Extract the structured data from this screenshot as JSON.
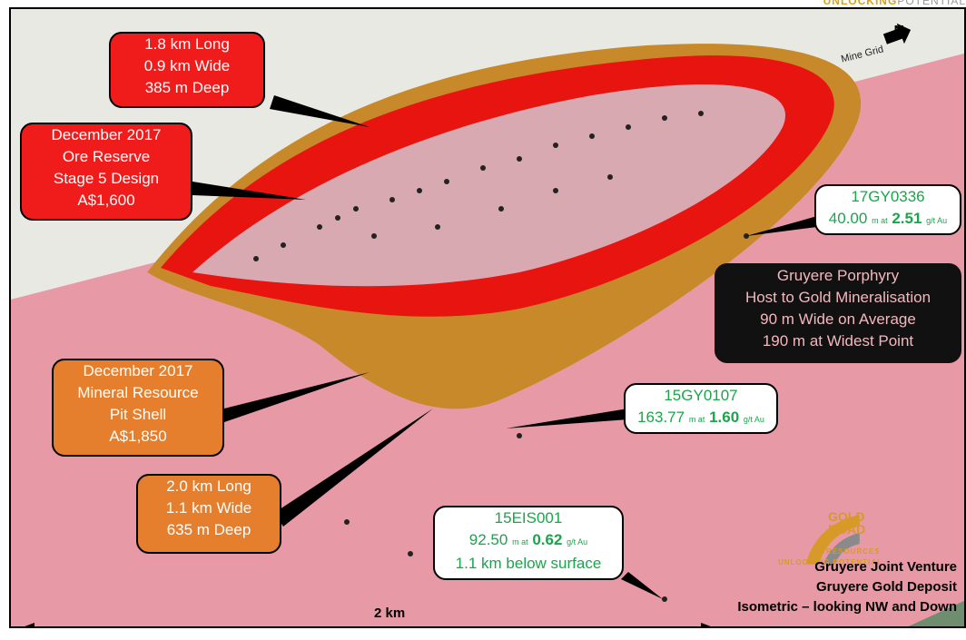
{
  "header_tag": {
    "part1": "UNLOCKING",
    "part2": "POTENTIAL"
  },
  "north": {
    "label": "N",
    "grid_label": "Mine Grid"
  },
  "callouts": {
    "reserve_dims": {
      "line1": "1.8 km Long",
      "line2": "0.9 km Wide",
      "line3": "385 m Deep"
    },
    "reserve_design": {
      "line1": "December 2017",
      "line2": "Ore Reserve",
      "line3": "Stage 5 Design",
      "line4": "A$1,600"
    },
    "resource_shell": {
      "line1": "December 2017",
      "line2": "Mineral Resource",
      "line3": "Pit Shell",
      "line4": "A$1,850"
    },
    "resource_dims": {
      "line1": "2.0 km Long",
      "line2": "1.1 km Wide",
      "line3": "635 m Deep"
    },
    "porphyry": {
      "line1": "Gruyere Porphyry",
      "line2": "Host to Gold Mineralisation",
      "line3": "90 m Wide on Average",
      "line4": "190 m at Widest Point"
    },
    "hole_17gy0336": {
      "id": "17GY0336",
      "len": "40.00",
      "mat": "m at",
      "grade": "2.51",
      "unit": "g/t Au"
    },
    "hole_15gy0107": {
      "id": "15GY0107",
      "len": "163.77",
      "mat": "m at",
      "grade": "1.60",
      "unit": "g/t Au"
    },
    "hole_15eis001": {
      "id": "15EIS001",
      "len": "92.50",
      "mat": "m at",
      "grade": "0.62",
      "unit": "g/t Au",
      "note": "1.1 km below surface"
    }
  },
  "logo": {
    "name1": "GOLD",
    "name2": "ROAD",
    "name3": "RESOURCES",
    "tagline": "UNLOCKING POTENTIAL"
  },
  "footer": {
    "line1": "Gruyere Joint Venture",
    "line2": "Gruyere Gold Deposit",
    "line3": "Isometric – looking NW and Down"
  },
  "scale": {
    "label": "2 km"
  },
  "colors": {
    "terrain": "#e79aa5",
    "reserve_pit": "#e8140f",
    "resource_shell": "#c8892a",
    "callout_green": "#1aa54a"
  }
}
